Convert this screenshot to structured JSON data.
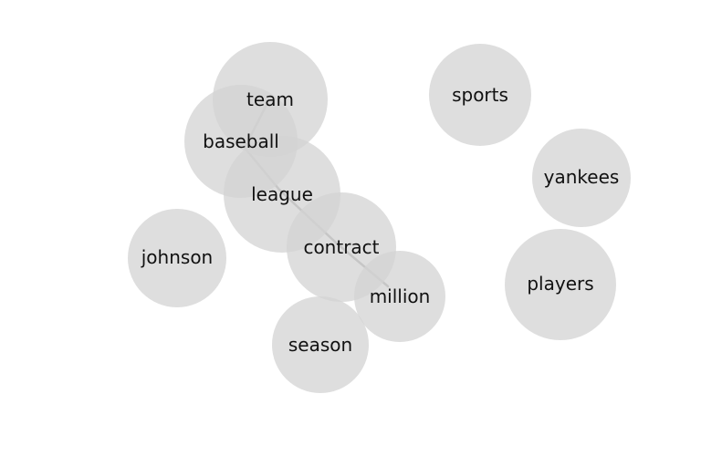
{
  "colors": {
    "bubble": "#d3d3d3",
    "edge": "#9e9e9e",
    "text": "#111111",
    "background": "#ffffff"
  },
  "nodes": [
    {
      "id": "team",
      "label": "team"
    },
    {
      "id": "baseball",
      "label": "baseball"
    },
    {
      "id": "league",
      "label": "league"
    },
    {
      "id": "contract",
      "label": "contract"
    },
    {
      "id": "million",
      "label": "million"
    },
    {
      "id": "johnson",
      "label": "johnson"
    },
    {
      "id": "season",
      "label": "season"
    },
    {
      "id": "sports",
      "label": "sports"
    },
    {
      "id": "yankees",
      "label": "yankees"
    },
    {
      "id": "players",
      "label": "players"
    }
  ],
  "edges": [
    {
      "from": "team",
      "to": "baseball"
    },
    {
      "from": "baseball",
      "to": "league"
    },
    {
      "from": "league",
      "to": "contract"
    },
    {
      "from": "contract",
      "to": "million"
    }
  ]
}
